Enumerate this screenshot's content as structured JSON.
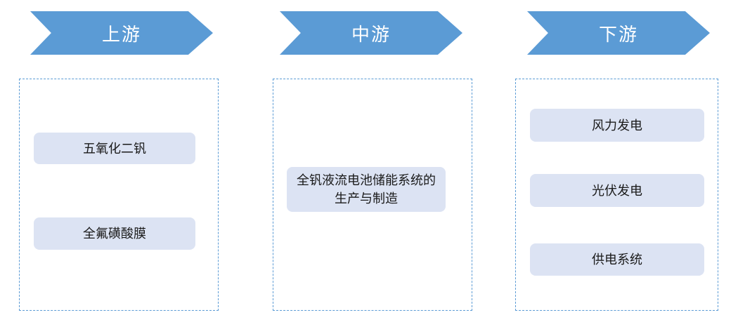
{
  "diagram": {
    "title": "vanadium-flow-battery-industry-chain",
    "colors": {
      "banner_fill": "#5B9BD5",
      "banner_text": "#FFFFFF",
      "item_fill": "#DCE3F3",
      "item_text": "#1A1A1A",
      "panel_dashed_border": "#5B9BD5",
      "background": "#FFFFFF"
    },
    "columns": [
      {
        "header": "上游",
        "items": [
          {
            "lines": [
              "五氧化二钒"
            ]
          },
          {
            "lines": [
              "全氟磺酸膜"
            ]
          }
        ]
      },
      {
        "header": "中游",
        "items": [
          {
            "lines": [
              "全钒液流电池储能系统的",
              "生产与制造"
            ]
          }
        ]
      },
      {
        "header": "下游",
        "items": [
          {
            "lines": [
              "风力发电"
            ]
          },
          {
            "lines": [
              "光伏发电"
            ]
          },
          {
            "lines": [
              "供电系统"
            ]
          }
        ]
      }
    ]
  }
}
